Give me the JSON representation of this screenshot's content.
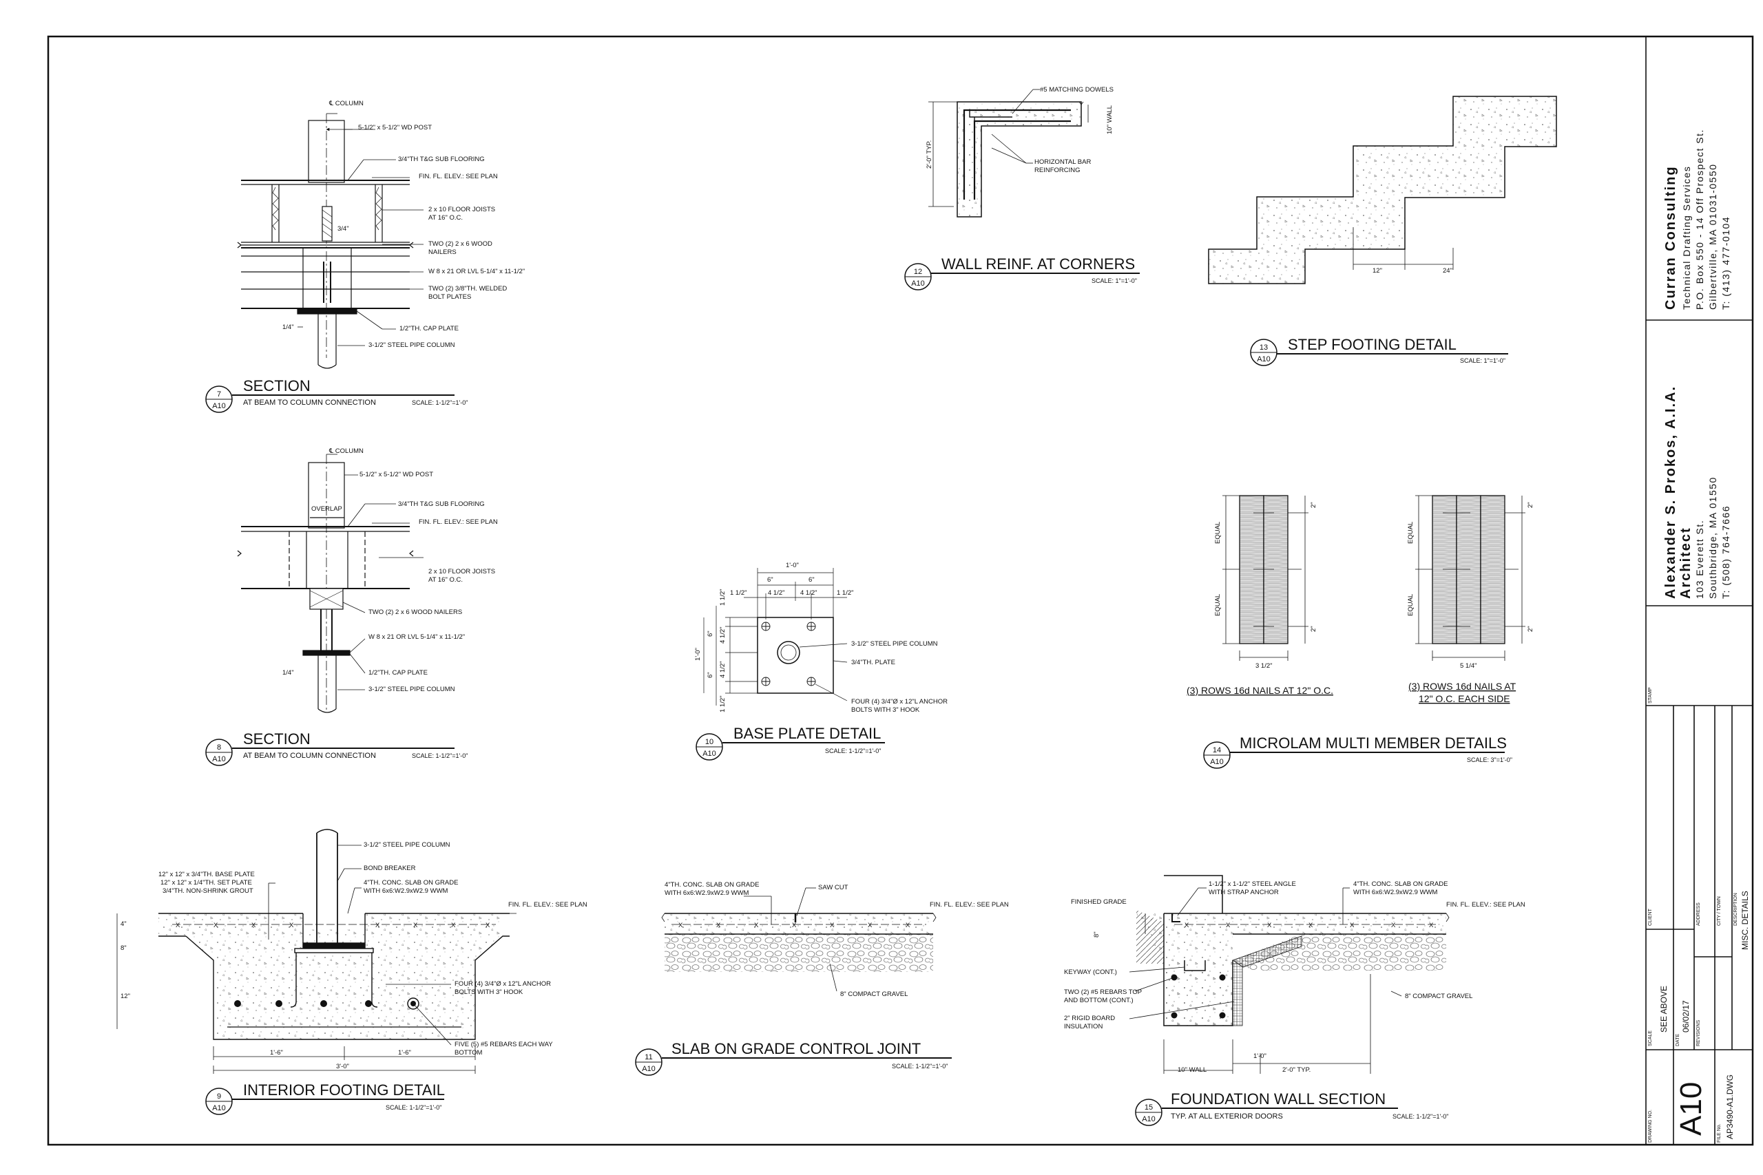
{
  "details": [
    {
      "num": "7",
      "sheet": "A10",
      "title": "SECTION",
      "subtitle": "AT BEAM TO COLUMN CONNECTION",
      "scale": "SCALE: 1-1/2\"=1'-0\"",
      "notes": [
        "℄ COLUMN",
        "5-1/2\" x 5-1/2\" WD POST",
        "3/4\"TH T&G SUB FLOORING",
        "FIN. FL. ELEV.: SEE PLAN",
        "2 x 10 FLOOR JOISTS",
        "AT 16\" O.C.",
        "3/4\"",
        "TWO (2) 2 x 6 WOOD",
        "NAILERS",
        "W 8 x 21 OR LVL 5-1/4\" x 11-1/2\"",
        "TWO (2) 3/8\"TH. WELDED",
        "BOLT PLATES",
        "1/4\"",
        "1/2\"TH. CAP PLATE",
        "3-1/2\" STEEL PIPE COLUMN"
      ]
    },
    {
      "num": "8",
      "sheet": "A10",
      "title": "SECTION",
      "subtitle": "AT BEAM TO COLUMN CONNECTION",
      "scale": "SCALE: 1-1/2\"=1'-0\"",
      "notes": [
        "℄ COLUMN",
        "5-1/2\" x 5-1/2\" WD POST",
        "3/4\"TH T&G SUB FLOORING",
        "OVERLAP",
        "FIN. FL. ELEV.: SEE PLAN",
        "2 x 10 FLOOR JOISTS",
        "AT 16\" O.C.",
        "TWO (2) 2 x 6 WOOD NAILERS",
        "W 8 x 21 OR LVL 5-1/4\" x 11-1/2\"",
        "1/4\"",
        "1/2\"TH. CAP PLATE",
        "3-1/2\" STEEL PIPE COLUMN"
      ]
    },
    {
      "num": "9",
      "sheet": "A10",
      "title": "INTERIOR FOOTING DETAIL",
      "scale": "SCALE: 1-1/2\"=1'-0\"",
      "notes": [
        "3-1/2\" STEEL PIPE COLUMN",
        "12\" x 12\" x 3/4\"TH. BASE PLATE",
        "12\" x 12\" x 1/4\"TH. SET PLATE",
        "3/4\"TH. NON-SHRINK GROUT",
        "BOND BREAKER",
        "4\"TH. CONC. SLAB ON GRADE",
        "WITH 6x6:W2.9xW2.9 WWM",
        "FIN. FL. ELEV.: SEE PLAN",
        "4\"",
        "8\"",
        "12\"",
        "FOUR (4) 3/4\"Ø x 12\"L ANCHOR",
        "BOLTS WITH 3\" HOOK",
        "FIVE (5) #5 REBARS EACH WAY",
        "BOTTOM",
        "1'-6\"",
        "1'-6\"",
        "3'-0\""
      ]
    },
    {
      "num": "10",
      "sheet": "A10",
      "title": "BASE PLATE DETAIL",
      "scale": "SCALE: 1-1/2\"=1'-0\"",
      "notes": [
        "1'-0\"",
        "6\"",
        "6\"",
        "1 1/2\"",
        "4 1/2\"",
        "4 1/2\"",
        "1 1/2\"",
        "3-1/2\" STEEL PIPE COLUMN",
        "3/4\"TH. PLATE",
        "FOUR (4) 3/4\"Ø x 12\"L ANCHOR",
        "BOLTS WITH 3\" HOOK",
        "1 1/2\"",
        "4 1/2\"",
        "4 1/2\"",
        "1 1/2\"",
        "6\"",
        "6\"",
        "1'-0\""
      ]
    },
    {
      "num": "11",
      "sheet": "A10",
      "title": "SLAB ON GRADE CONTROL JOINT",
      "scale": "SCALE: 1-1/2\"=1'-0\"",
      "notes": [
        "4\"TH. CONC. SLAB ON GRADE",
        "WITH 6x6:W2.9xW2.9 WWM",
        "SAW CUT",
        "FIN. FL. ELEV.: SEE PLAN",
        "8\" COMPACT GRAVEL"
      ]
    },
    {
      "num": "12",
      "sheet": "A10",
      "title": "WALL REINF. AT CORNERS",
      "scale": "SCALE: 1\"=1'-0\"",
      "notes": [
        "#5 MATCHING DOWELS",
        "10\" WALL",
        "2'-0\" TYP.",
        "HORIZONTAL BAR",
        "REINFORCING"
      ]
    },
    {
      "num": "13",
      "sheet": "A10",
      "title": "STEP FOOTING DETAIL",
      "scale": "SCALE: 1\"=1'-0\"",
      "notes": [
        "12\"",
        "24\""
      ]
    },
    {
      "num": "14",
      "sheet": "A10",
      "title": "MICROLAM MULTI MEMBER DETAILS",
      "scale": "SCALE: 3\"=1'-0\"",
      "notes": [
        "EQUAL",
        "EQUAL",
        "2\"",
        "2\"",
        "3 1/2\"",
        "(3) ROWS 16d NAILS AT 12\" O.C.",
        "EQUAL",
        "EQUAL",
        "2\"",
        "2\"",
        "5 1/4\"",
        "(3) ROWS 16d NAILS AT",
        "12\" O.C. EACH SIDE"
      ]
    },
    {
      "num": "15",
      "sheet": "A10",
      "title": "FOUNDATION WALL SECTION",
      "subtitle": "TYP. AT ALL EXTERIOR DOORS",
      "scale": "SCALE: 1-1/2\"=1'-0\"",
      "notes": [
        "FINISHED GRADE",
        "1-1/2\" x 1-1/2\" STEEL ANGLE",
        "WITH STRAP ANCHOR",
        "4\"TH. CONC. SLAB ON GRADE",
        "WITH 6x6:W2.9xW2.9 WWM",
        "FIN. FL. ELEV.: SEE PLAN",
        "8\"",
        "KEYWAY (CONT.)",
        "TWO (2) #5 REBARS TOP",
        "AND BOTTOM (CONT.)",
        "2\" RIGID BOARD",
        "INSULATION",
        "8\" COMPACT GRAVEL",
        "1'-0\"",
        "10\" WALL",
        "2'-0\" TYP."
      ]
    }
  ],
  "title_block": {
    "firm": {
      "name": "Curran Consulting",
      "lines": [
        "Technical Drafting Services",
        "P.O. Box 550 - 14 Off Prospect St.",
        "Gilbertville, MA 01031-0550",
        "T: (413) 477-0104"
      ]
    },
    "architect": {
      "name": "Alexander S. Prokos, A.I.A.",
      "lines": [
        "Architect",
        "103 Everett St.",
        "Southbridge, MA 01550",
        "T: (508) 764-7666"
      ]
    },
    "labels": {
      "stamp": "STAMP",
      "client": "CLIENT",
      "address": "ADDRESS",
      "city": "CITY / TOWN",
      "description": "DESCRIPTION",
      "scale": "SCALE",
      "date": "DATE",
      "revisions": "REVISIONS",
      "drawing_no": "DRAWING NO.",
      "file_no": "FILE No."
    },
    "values": {
      "description": "MISC. DETAILS",
      "scale": "SEE ABOVE",
      "date": "06/02/17",
      "drawing_no": "A10",
      "file_no": "AP3490-A1.DWG"
    }
  }
}
